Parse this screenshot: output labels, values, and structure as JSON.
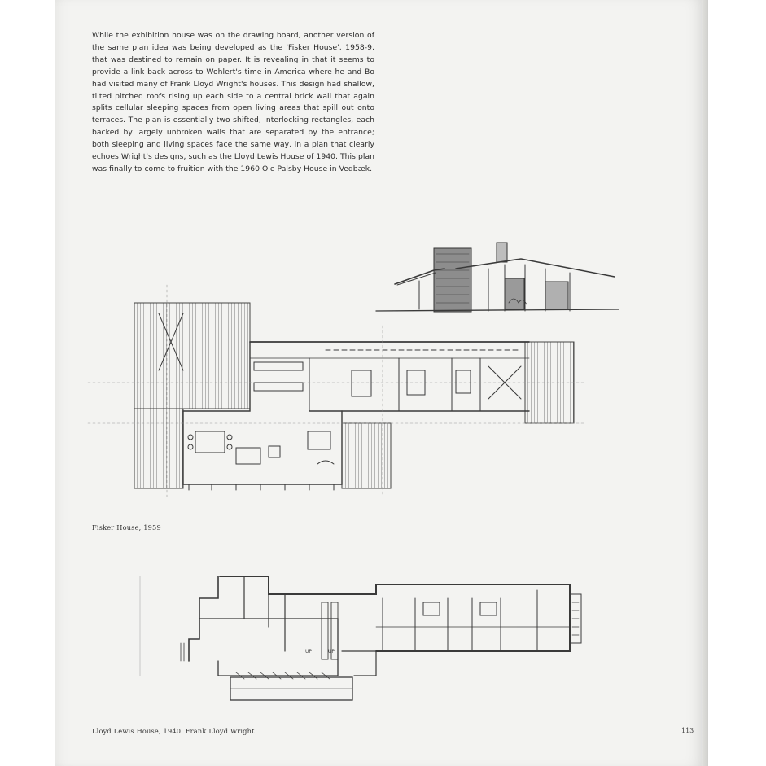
{
  "body_text": "While the exhibition house was on the drawing board, another version of the same plan idea was being developed as the 'Fisker House', 1958-9, that was destined to remain on paper. It is revealing in that it seems to provide a link back across to Wohlert's time in America where he and Bo had visited many of Frank Lloyd Wright's houses. This design had shallow, tilted pitched roofs rising up each side to a central brick wall that again splits cellular sleeping spaces from open living areas that spill out onto terraces. The plan is essentially two shifted, interlocking rectangles, each backed by largely unbroken walls that are separated by the entrance; both sleeping and living spaces face the same way, in a plan that clearly echoes Wright's designs, such as the Lloyd Lewis House of 1940. This plan was finally to come to fruition with the 1960 Ole Palsby House in Vedbæk.",
  "captions": {
    "fisker": "Fisker House, 1959",
    "lewis": "Lloyd Lewis House, 1940. Frank Lloyd Wright"
  },
  "folio": "113"
}
